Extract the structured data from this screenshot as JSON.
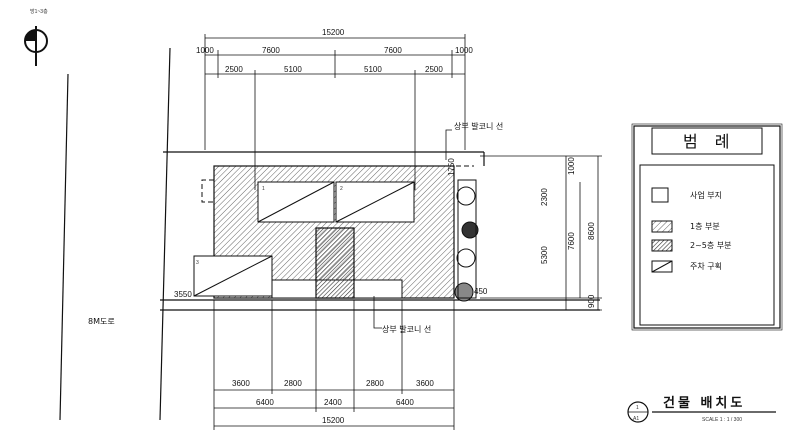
{
  "north": {
    "label": "방1~3층"
  },
  "dims_top": {
    "total": "15200",
    "row2": [
      "1000",
      "7600",
      "7600",
      "1000"
    ],
    "row3": [
      "2500",
      "5100",
      "5100",
      "2500"
    ]
  },
  "dims_bottom": {
    "row1": [
      "3600",
      "2800",
      "2800",
      "3600"
    ],
    "row2": [
      "6400",
      "2400",
      "6400"
    ],
    "total": "15200"
  },
  "dims_right": {
    "inner": [
      "1000",
      "2300",
      "5300",
      "900"
    ],
    "mid": "7600",
    "outer": "8600"
  },
  "dims_misc": {
    "left_offset": "3550",
    "top_offset": "1750",
    "right_offset": "450"
  },
  "labels": {
    "road": "8M도로",
    "balcony_top": "상부 발코니 선",
    "balcony_bottom": "상부 발코니 선",
    "hatch_markers": [
      "1",
      "2",
      "3"
    ]
  },
  "legend": {
    "title": "범 례",
    "items": [
      {
        "label": "사업 부지",
        "pattern": "empty"
      },
      {
        "label": "1층 부분",
        "pattern": "hatch-light"
      },
      {
        "label": "2~5층 부분",
        "pattern": "hatch-dense"
      },
      {
        "label": "주차 구획",
        "pattern": "diagonal"
      }
    ]
  },
  "title_block": {
    "symbol_top": "1",
    "symbol_bottom": "A1",
    "title": "건물 배치도",
    "scale": "SCALE 1 : 1 / 300"
  },
  "colors": {
    "line": "#111111",
    "hatch": "#555555",
    "paper": "#ffffff"
  }
}
